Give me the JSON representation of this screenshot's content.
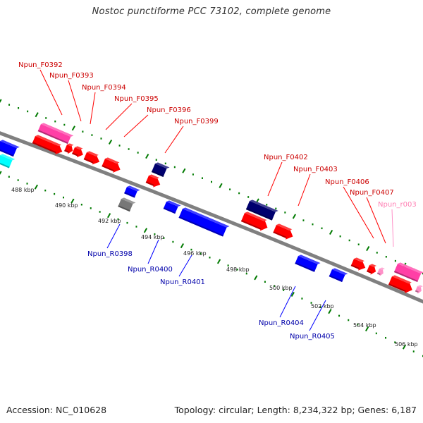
{
  "title": "Nostoc punctiforme PCC 73102, complete genome",
  "footer": {
    "accession": "Accession: NC_010628",
    "summary": "Topology: circular; Length: 8,234,322 bp; Genes: 6,187"
  },
  "colors": {
    "forward_cds": "#ff0000",
    "reverse_cds": "#0000ff",
    "rrna": "#ff3fa6",
    "trna": "#ff90c8",
    "dark_navy": "#00006e",
    "gray_feature": "#777777",
    "cyan_feature": "#00ffff",
    "backbone": "#808080",
    "tick": "#007a00",
    "forward_label": "#cc0000",
    "reverse_label": "#0000aa",
    "rna_label": "#ff80b4"
  },
  "scale_labels": [
    "488 kbp",
    "490 kbp",
    "492 kbp",
    "494 kbp",
    "496 kbp",
    "498 kbp",
    "500 kbp",
    "502 kbp",
    "504 kbp",
    "506 kbp"
  ],
  "forward_labels": [
    {
      "text": "Npun_F0392",
      "color": "red"
    },
    {
      "text": "Npun_F0393",
      "color": "red"
    },
    {
      "text": "Npun_F0394",
      "color": "red"
    },
    {
      "text": "Npun_F0395",
      "color": "red"
    },
    {
      "text": "Npun_F0396",
      "color": "red"
    },
    {
      "text": "Npun_F0399",
      "color": "red"
    },
    {
      "text": "Npun_F0402",
      "color": "red"
    },
    {
      "text": "Npun_F0403",
      "color": "red"
    },
    {
      "text": "Npun_F0406",
      "color": "red"
    },
    {
      "text": "Npun_F0407",
      "color": "red"
    },
    {
      "text": "Npun_r003",
      "color": "pink"
    }
  ],
  "reverse_labels": [
    {
      "text": "Npun_R0398"
    },
    {
      "text": "Npun_R0400"
    },
    {
      "text": "Npun_R0401"
    },
    {
      "text": "Npun_R0404"
    },
    {
      "text": "Npun_R0405"
    }
  ]
}
